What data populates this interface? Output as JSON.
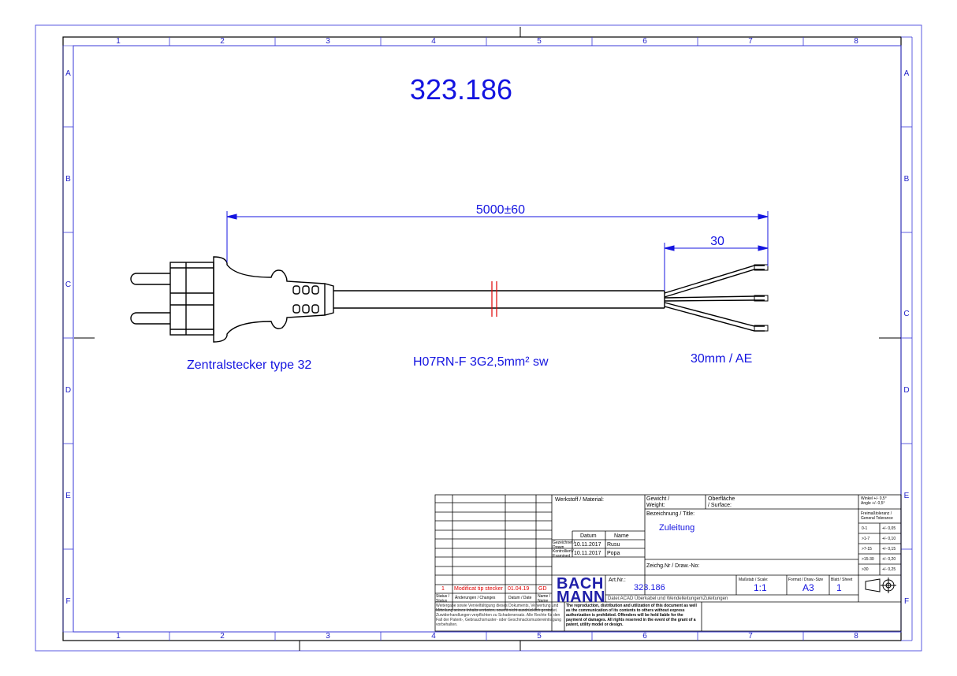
{
  "drawing": {
    "part_number": "323.186",
    "dimension_total": "5000±60",
    "dimension_strip": "30",
    "label_plug": "Zentralstecker type 32",
    "label_cable": "H07RN-F 3G2,5mm² sw",
    "label_end": "30mm / AE"
  },
  "frame": {
    "columns": [
      "1",
      "2",
      "3",
      "4",
      "5",
      "6",
      "7",
      "8"
    ],
    "rows": [
      "A",
      "B",
      "C",
      "D",
      "E",
      "F"
    ]
  },
  "title_block": {
    "material_label": "Werkstoff / Material:",
    "weight_label": "Gewicht /\nWeight:",
    "surface_label": "Oberfläche\n/ Surface:",
    "title_label": "Bezeichnung / Title:",
    "title_value": "Zuleitung",
    "drawing_no_label": "Zeichg.Nr / Draw.-No:",
    "date_header": "Datum",
    "name_header": "Name",
    "drawn_label": "Gezeichnet /\nDrawn",
    "checked_label": "Kontrolliert /\nExamined",
    "drawn_date": "10.11.2017",
    "drawn_name": "Rusu",
    "checked_date": "10.11.2017",
    "checked_name": "Popa",
    "article_label": "Art.Nr.:",
    "article_value": "323.186",
    "scale_label": "Maßstab / Scale:",
    "scale_value": "1:1",
    "format_label": "Format / Draw.-Size",
    "format_value": "A3",
    "sheet_label": "Blatt / Sheet",
    "sheet_value": "1",
    "file_line": "Datei:ACAD Überkabel und Wendelleitungen\\Zuleitungen",
    "logo_line1": "BACH",
    "logo_line2": "MANN",
    "revision": {
      "status": "1",
      "change": "Modificat tip stecker",
      "date": "01.04.19",
      "name": "GD"
    },
    "rev_headers": {
      "status": "Status /\nStatus",
      "change": "Änderungen / Changes",
      "date": "Datum / Date",
      "name": "Name /\nName"
    },
    "tolerance": {
      "angle": "Winkel +/- 0,5°\nAngle +/- 0,5°",
      "general": "Freimaßtoleranz /\nGeneral Tolerance",
      "rows": [
        {
          "range": "0-1",
          "tol": "+/- 0,05"
        },
        {
          "range": ">1-7",
          "tol": "+/- 0,10"
        },
        {
          "range": ">7-15",
          "tol": "+/- 0,15"
        },
        {
          "range": ">15-30",
          "tol": "+/- 0,20"
        },
        {
          "range": ">30",
          "tol": "+/- 0,25"
        }
      ]
    },
    "disclaimer_de": "Weitergabe sowie Vervielfältigung dieses Dokuments, Verwertung und Mitteilung seines Inhalts verboten, soweit nicht ausdrücklich gestattet. Zuwiderhandlungen verpflichten zu Schadenersatz. Alle Rechte für den Fall der Patent-, Gebrauchsmuster- oder Geschmacksmustereintragung vorbehalten.",
    "disclaimer_en": "The reproduction, distribution and utilization of this document as well as the communication of its contents to others without express authorization is prohibited. Offenders will be held liable for the payment of damages. All rights reserved in the event of the grant of a patent, utility model or design."
  },
  "colors": {
    "frame": "#4a4ad8",
    "geometry": "#000000",
    "dimension": "#1414e0",
    "break_mark": "#e00000"
  }
}
